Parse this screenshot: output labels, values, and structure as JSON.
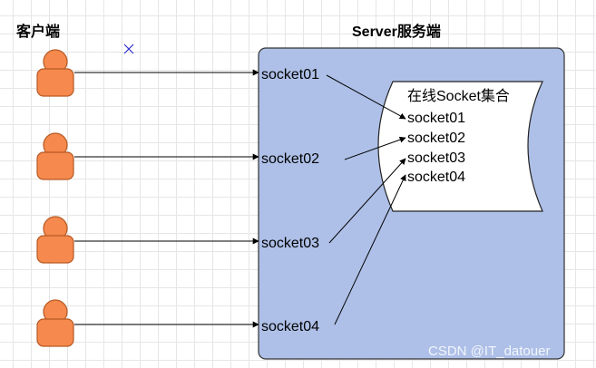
{
  "client_title": "客户端",
  "server_title": "Server服务端",
  "server_sockets": [
    "socket01",
    "socket02",
    "socket03",
    "socket04"
  ],
  "online_set": {
    "title": "在线Socket集合",
    "items": [
      "socket01",
      "socket02",
      "socket03",
      "socket04"
    ]
  },
  "watermark": "CSDN @IT_datouer",
  "colors": {
    "person_fill": "#f6894d",
    "person_stroke": "#b65a24",
    "server_fill": "#aec0e8",
    "server_stroke": "#333333",
    "connector": "#000000",
    "cursor_mark": "#3333cc"
  },
  "icons": {
    "client": "person-icon",
    "cursor": "x-mark-icon"
  }
}
